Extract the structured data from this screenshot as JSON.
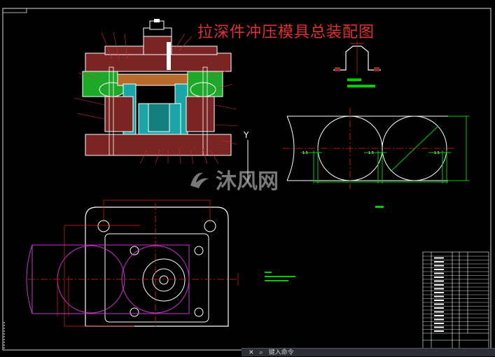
{
  "drawing": {
    "title": "拉深件冲压模具总装配图",
    "axis_y_label": "Y",
    "strip_label_1": "1.5",
    "strip_label_2": "1.5",
    "strip_label_3": "1.5"
  },
  "watermark": {
    "text": "沐风网",
    "icon": "mufeng-logo-icon"
  },
  "command_bar": {
    "close_glyph": "✕",
    "search_glyph": "⌕",
    "prompt": "键入命令"
  },
  "colors": {
    "background": "#000000",
    "title": "#e03030",
    "outline": "#ffffff",
    "strip": "#00cc00",
    "green_part": "#1ea82a",
    "cyan_part": "#1aa6a6",
    "red_part": "#8a2a2a",
    "magenta": "#cc33cc",
    "centerline": "#e02020",
    "dimension": "#e02020"
  }
}
